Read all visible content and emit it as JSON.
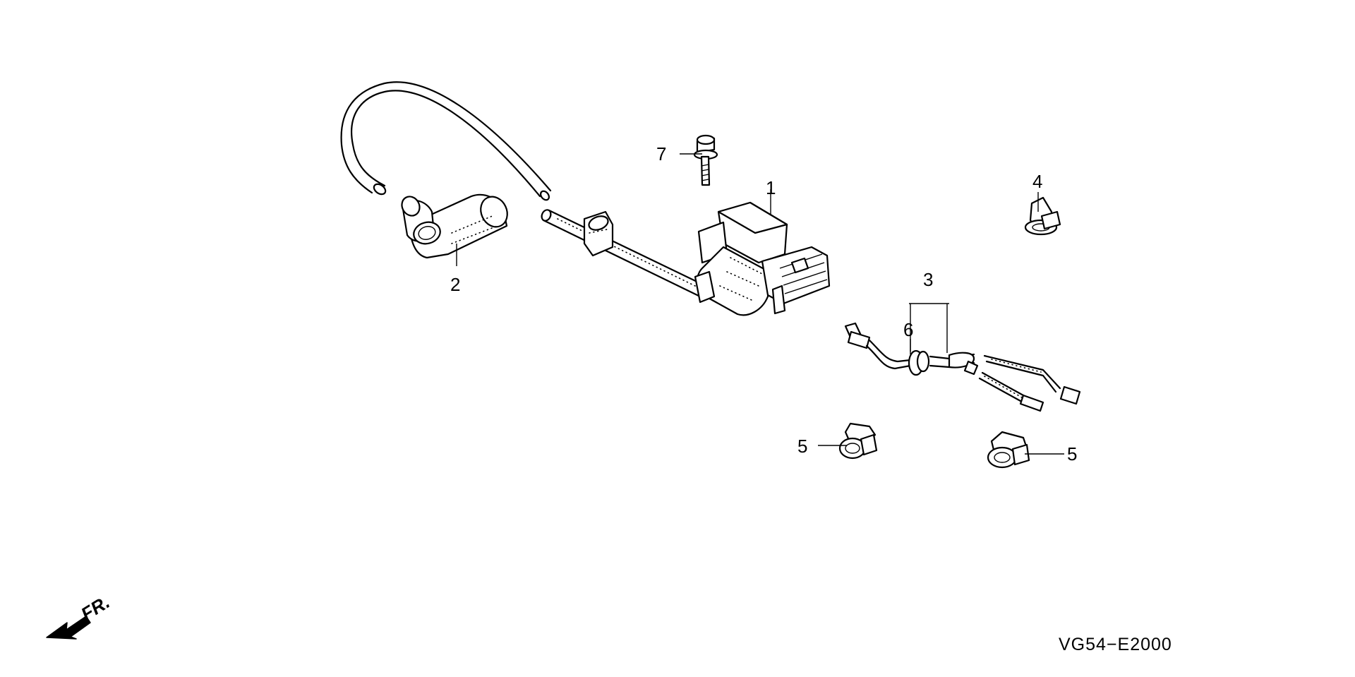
{
  "diagram": {
    "callouts": {
      "ignition_coil": "1",
      "spark_plug_cap": "2",
      "stop_switch_wire": "3",
      "wire_clamp": "4",
      "wire_band_left": "5",
      "wire_band_right": "5",
      "grommet": "6",
      "flange_bolt": "7"
    },
    "reference_code": "VG54−E2000",
    "direction_marker": {
      "label": "FR.",
      "icon": "front-direction-arrow-icon"
    }
  }
}
